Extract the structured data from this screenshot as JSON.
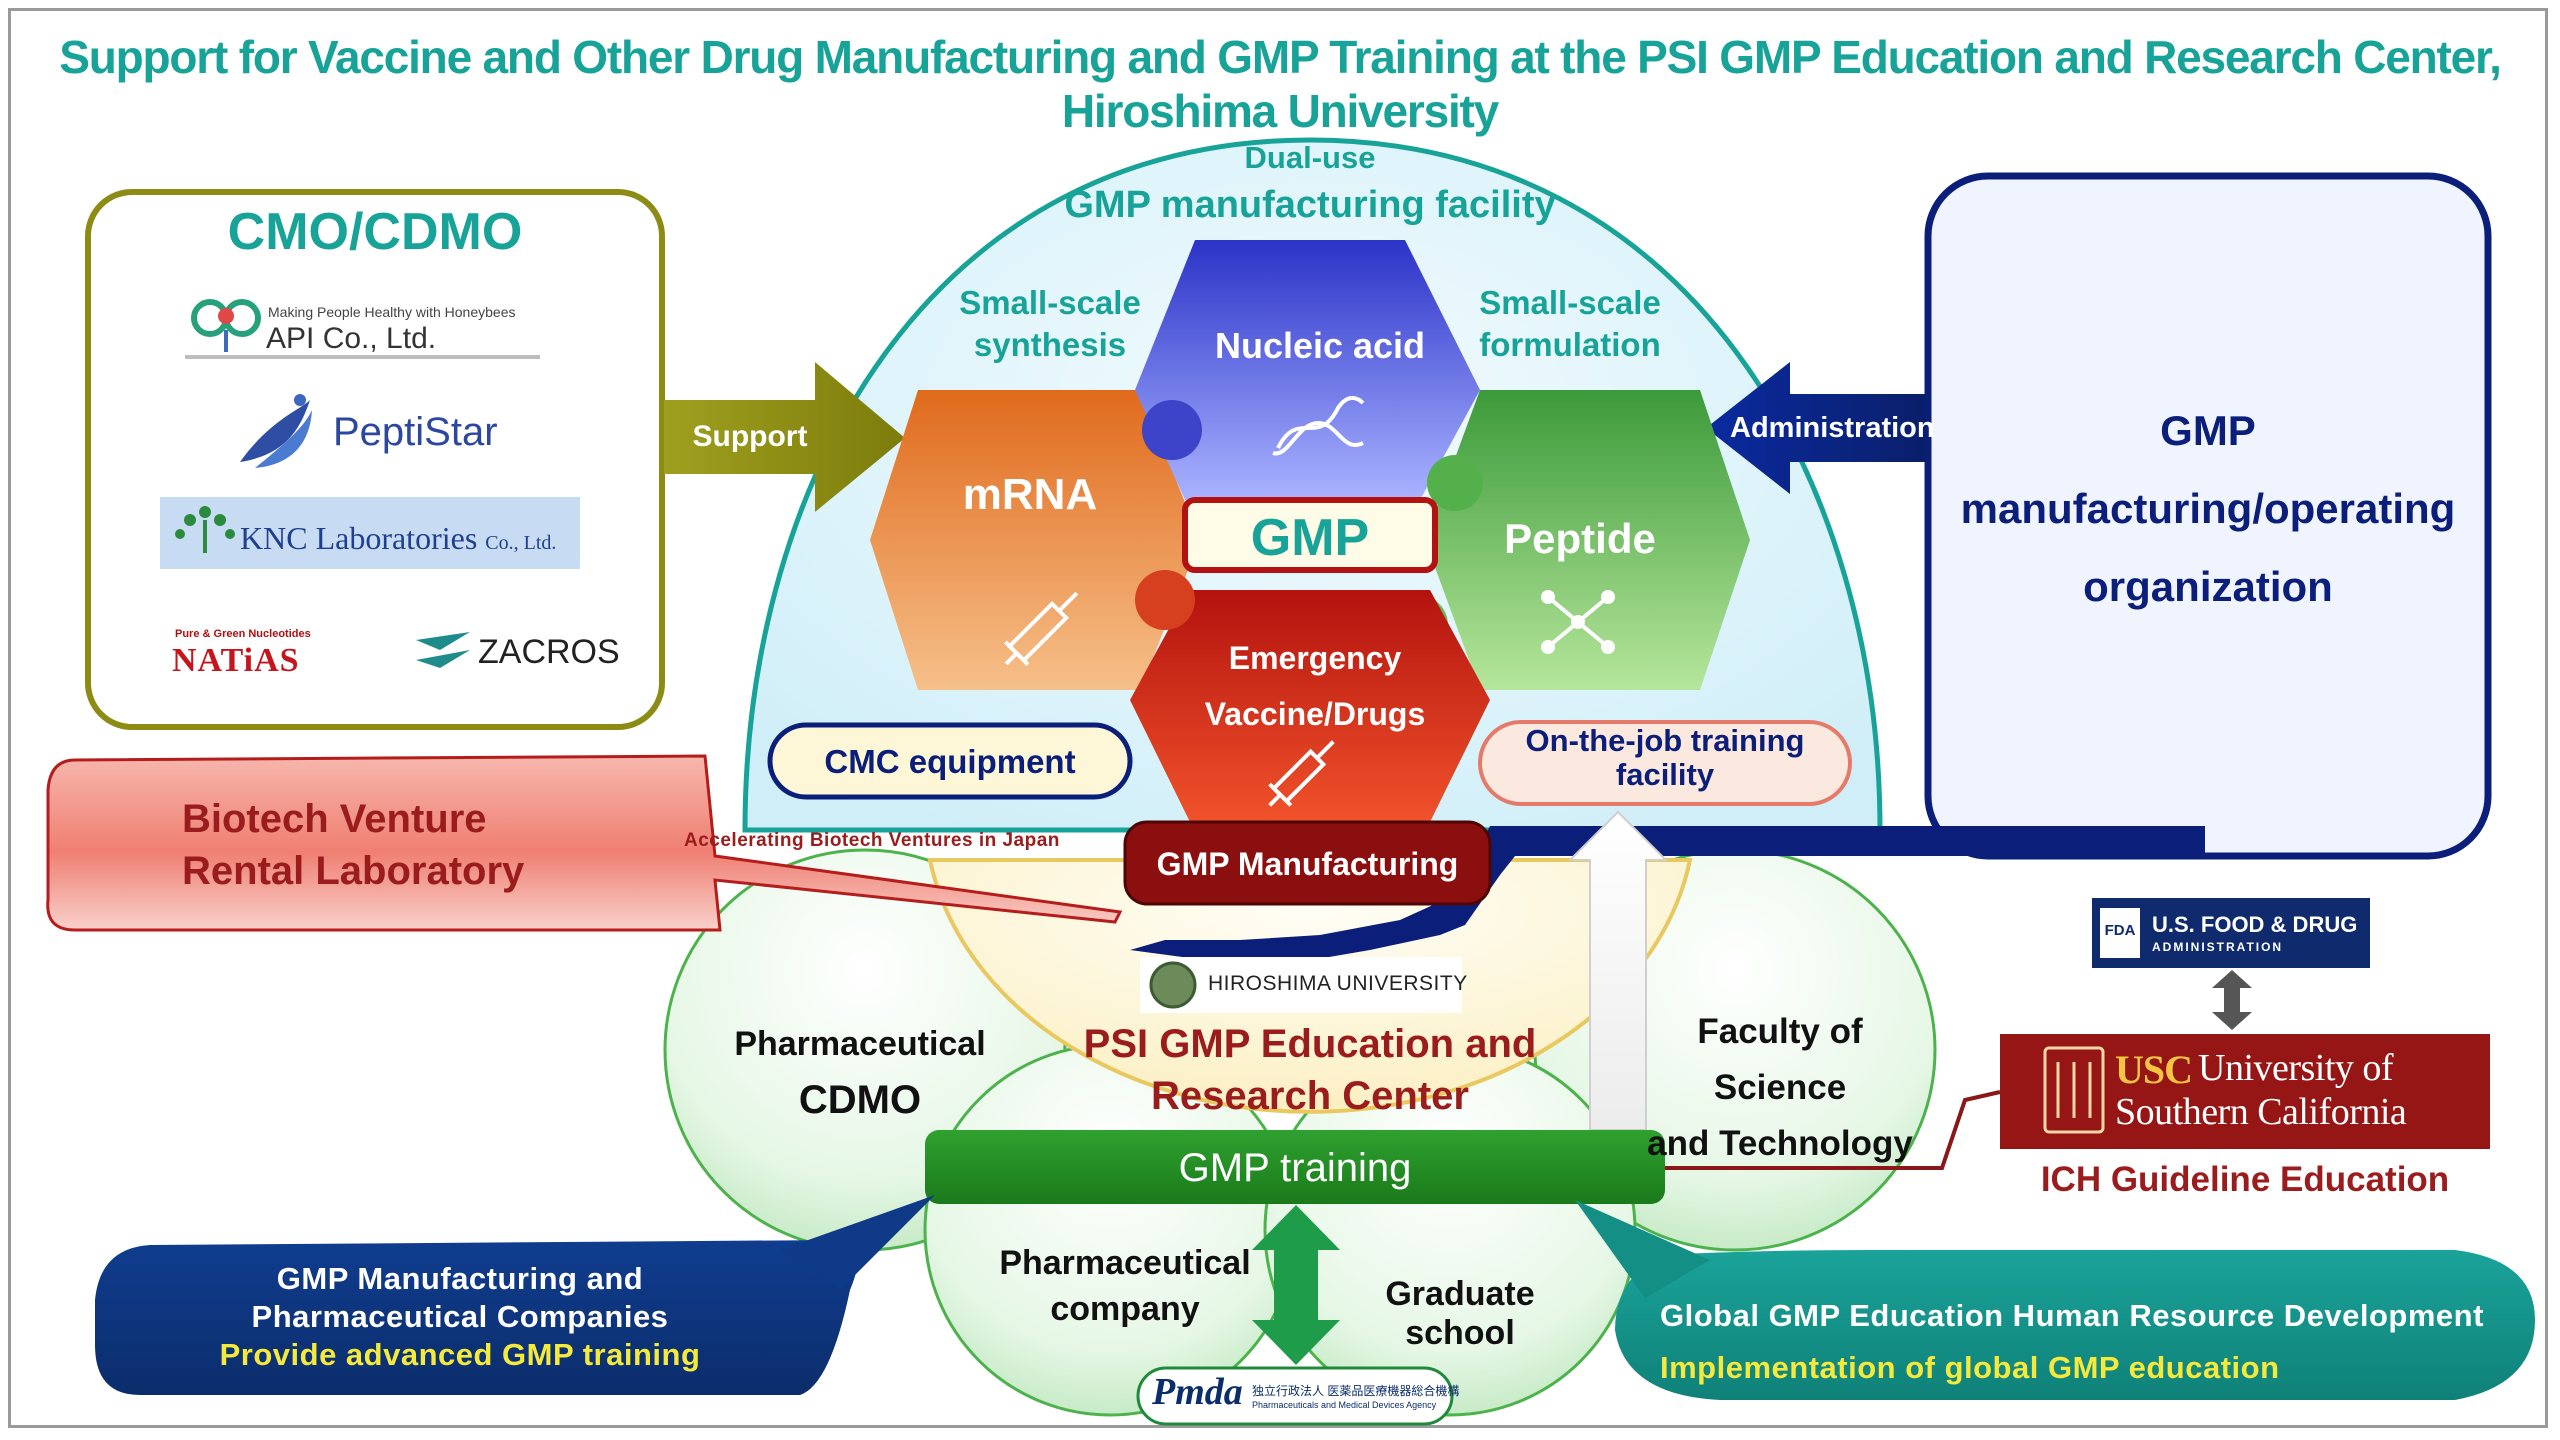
{
  "title": "Support for Vaccine and Other Drug Manufacturing and GMP Training at the PSI GMP Education and Research Center, Hiroshima University",
  "facility": {
    "line1": "Dual-use",
    "line2": "GMP manufacturing facility",
    "small_scale_synthesis_1": "Small-scale",
    "small_scale_synthesis_2": "synthesis",
    "small_scale_formulation_1": "Small-scale",
    "small_scale_formulation_2": "formulation",
    "nucleic_acid": "Nucleic acid",
    "mrna": "mRNA",
    "peptide": "Peptide",
    "gmp": "GMP",
    "emergency_1": "Emergency",
    "emergency_2": "Vaccine/Drugs",
    "cmc_equipment": "CMC equipment",
    "ojt_1": "On-the-job training",
    "ojt_2": "facility",
    "gmp_manufacturing": "GMP Manufacturing"
  },
  "cmo": {
    "heading": "CMO/CDMO",
    "api_tagline": "Making People Healthy with Honeybees",
    "api_name": "API Co., Ltd.",
    "peptistar": "PeptiStar",
    "knc": "KNC Laboratories",
    "knc_suffix": "Co., Ltd.",
    "natias_tagline": "Pure & Green Nucleotides",
    "natias": "NATiAS",
    "zacros": "ZACROS"
  },
  "arrows": {
    "support": "Support",
    "administration": "Administration"
  },
  "gmp_org": {
    "line1": "GMP",
    "line2": "manufacturing/operating",
    "line3": "organization"
  },
  "biotech": {
    "line1": "Biotech Venture",
    "line2": "Rental Laboratory",
    "accelerating": "Accelerating Biotech Ventures in Japan"
  },
  "center": {
    "hiroshima": "HIROSHIMA UNIVERSITY",
    "psi_1": "PSI GMP Education and",
    "psi_2": "Research Center"
  },
  "circles": {
    "pharma_cdmo_1": "Pharmaceutical",
    "pharma_cdmo_2": "CDMO",
    "faculty_1": "Faculty of Science",
    "faculty_2": "and Technology",
    "pharma_company_1": "Pharmaceutical",
    "pharma_company_2": "company",
    "graduate_school": "Graduate school"
  },
  "gmp_training": "GMP training",
  "fda": {
    "abbr": "FDA",
    "line1": "U.S. FOOD & DRUG",
    "line2": "ADMINISTRATION"
  },
  "usc": {
    "abbr": "USC",
    "line1": "University of",
    "line2": "Southern California"
  },
  "ich": "ICH Guideline Education",
  "left_callout": {
    "line1": "GMP Manufacturing and",
    "line2": "Pharmaceutical Companies",
    "line3": "Provide advanced GMP training"
  },
  "right_callout": {
    "line1": "Global GMP Education Human Resource Development",
    "line2": "Implementation of global GMP education"
  },
  "pmda": {
    "abbr": "Pmda",
    "jp": "独立行政法人 医薬品医療機器総合機構",
    "en": "Pharmaceuticals and Medical Devices Agency"
  },
  "colors": {
    "teal": "#17a398",
    "navy": "#0b1f7a",
    "olive": "#8a8a1a",
    "dark_red": "#9b1c1c",
    "green": "#1e8c2a"
  }
}
